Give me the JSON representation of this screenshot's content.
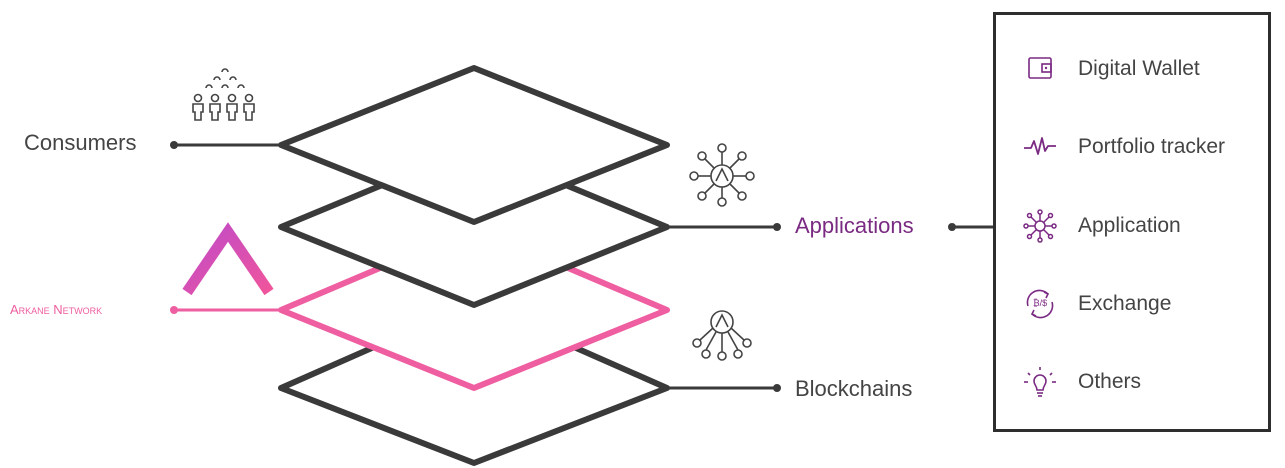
{
  "labels": {
    "consumers": "Consumers",
    "applications": "Applications",
    "arkane": "Arkane Network",
    "blockchains": "Blockchains"
  },
  "panel": {
    "items": [
      {
        "label": "Digital Wallet",
        "icon": "wallet-icon"
      },
      {
        "label": "Portfolio tracker",
        "icon": "pulse-icon"
      },
      {
        "label": "Application",
        "icon": "network-icon"
      },
      {
        "label": "Exchange",
        "icon": "exchange-icon"
      },
      {
        "label": "Others",
        "icon": "lightbulb-icon"
      }
    ]
  },
  "colors": {
    "dark": "#3a3a3a",
    "pink": "#ee5ea0",
    "purple": "#7a2a82",
    "text": "#444444"
  }
}
